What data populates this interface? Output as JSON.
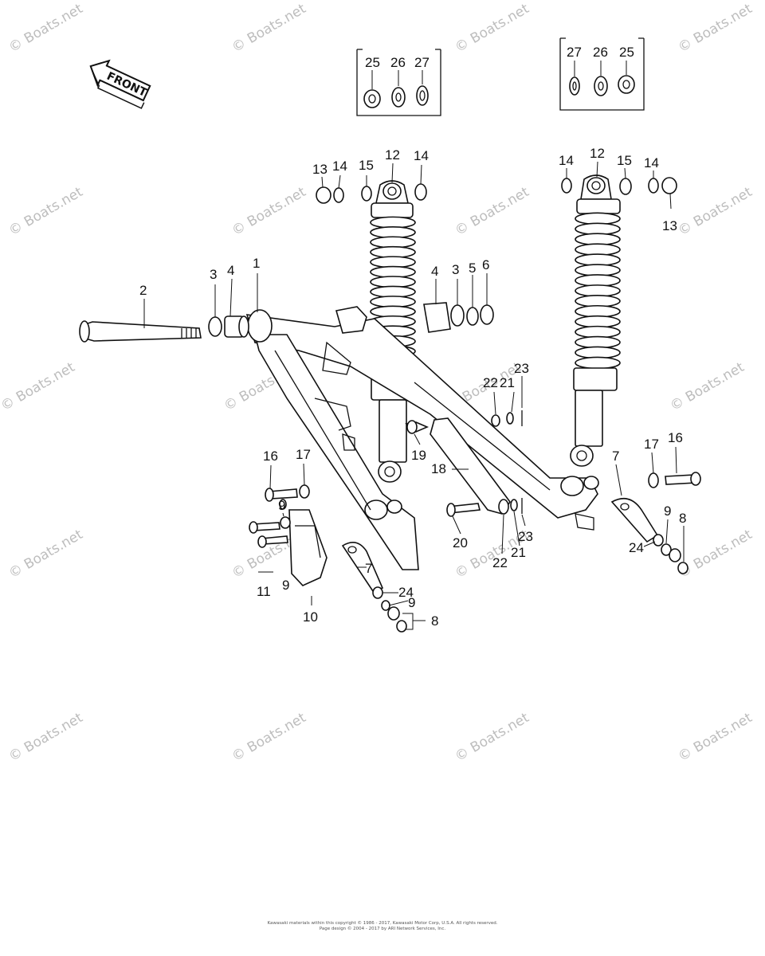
{
  "diagram": {
    "front_label": "FRONT",
    "watermark_text": "© Boats.net",
    "callouts": [
      "1",
      "2",
      "3",
      "4",
      "5",
      "6",
      "7",
      "8",
      "9",
      "10",
      "11",
      "12",
      "13",
      "14",
      "15",
      "16",
      "17",
      "18",
      "19",
      "20",
      "21",
      "22",
      "23",
      "24",
      "25",
      "26",
      "27"
    ],
    "footer_line1": "Kawasaki materials within this copyright © 1986 - 2017, Kawasaki Motor Corp, U.S.A. All rights reserved.",
    "footer_line2": "Page design © 2004 - 2017 by ARI Network Services, Inc."
  },
  "colors": {
    "line": "#111111",
    "watermark": "#bdbdbd",
    "background": "#ffffff"
  }
}
